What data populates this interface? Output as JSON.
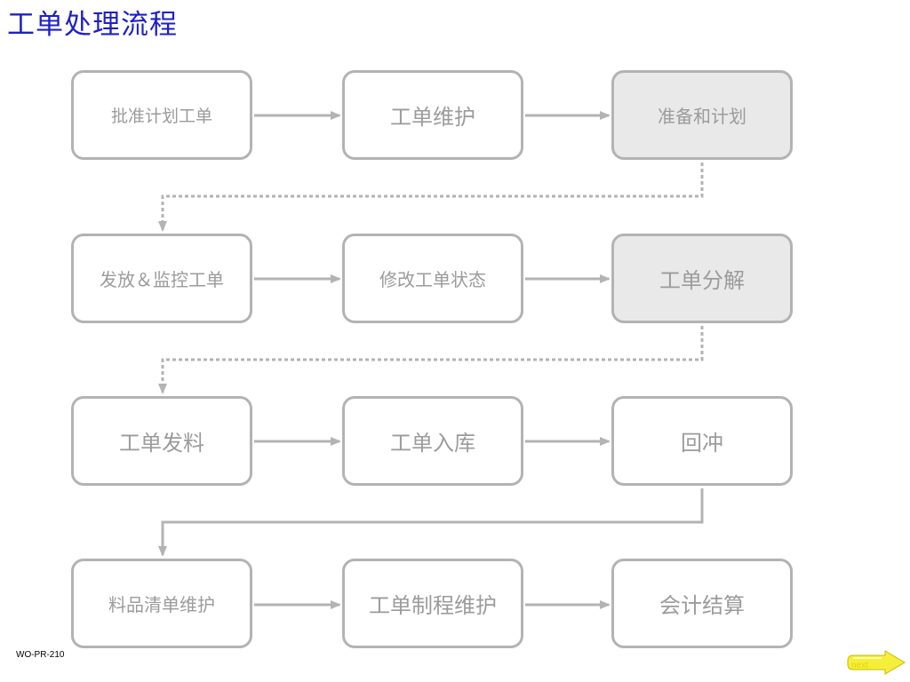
{
  "title": "工单处理流程",
  "steps": [
    {
      "label": "批准计划工单"
    },
    {
      "label": "工单维护"
    },
    {
      "label": "准备和计划"
    },
    {
      "label": "发放＆监控工单"
    },
    {
      "label": "修改工单状态"
    },
    {
      "label": "工单分解"
    },
    {
      "label": "工单发料"
    },
    {
      "label": "工单入库"
    },
    {
      "label": "回冲"
    },
    {
      "label": "料品清单维护"
    },
    {
      "label": "工单制程维护"
    },
    {
      "label": "会计结算"
    }
  ],
  "footer": {
    "code": "WO-PR-210"
  },
  "nav": {
    "next_label": "next"
  },
  "colors": {
    "title": "#1f1fc8",
    "box_border": "#b3b3b3",
    "box_text": "#9b9b9b",
    "shaded_fill": "#e9e9e9",
    "next_button": "#f5ef3a"
  }
}
